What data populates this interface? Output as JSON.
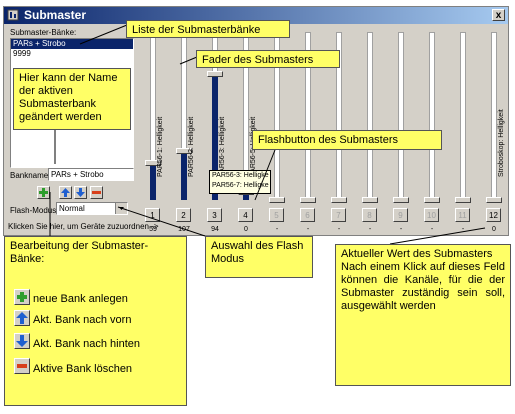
{
  "window": {
    "title": "Submaster",
    "close_label": "x",
    "list_label": "Submaster-Bänke:",
    "banks": [
      "PARs + Strobo",
      "9999"
    ],
    "bankname_label": "Bankname:",
    "bankname_value": "PARs + Strobo",
    "flashmode_label": "Flash-Modus:",
    "flashmode_value": "Normal",
    "clicks_label": "Klicken Sie hier, um Geräte zuzuordnen ->"
  },
  "faders": [
    {
      "label": "PAR56-1: Helligkeit",
      "level": 0.22,
      "button": "1",
      "value": "59",
      "enabled": true
    },
    {
      "label": "PAR56-2: Helligkeit",
      "level": 0.29,
      "button": "2",
      "value": "107",
      "enabled": true
    },
    {
      "label": "PAR56-3: Helligkeit",
      "level": 0.75,
      "button": "3",
      "value": "94",
      "enabled": true
    },
    {
      "label": "PAR56-5: Helligkeit",
      "level": 0.05,
      "button": "4",
      "value": "0",
      "enabled": true
    },
    {
      "label": "",
      "level": 0,
      "button": "5",
      "value": "-",
      "enabled": false
    },
    {
      "label": "",
      "level": 0,
      "button": "6",
      "value": "-",
      "enabled": false
    },
    {
      "label": "",
      "level": 0,
      "button": "7",
      "value": "-",
      "enabled": false
    },
    {
      "label": "",
      "level": 0,
      "button": "8",
      "value": "-",
      "enabled": false
    },
    {
      "label": "",
      "level": 0,
      "button": "9",
      "value": "-",
      "enabled": false
    },
    {
      "label": "",
      "level": 0,
      "button": "10",
      "value": "-",
      "enabled": false
    },
    {
      "label": "",
      "level": 0,
      "button": "11",
      "value": "-",
      "enabled": false
    },
    {
      "label": "Stroboskop: Helligkeit",
      "level": 0,
      "button": "12",
      "value": "0",
      "enabled": true
    }
  ],
  "tooltip": [
    "PAR56-3: Helligke",
    "PAR56-7: Helligke"
  ],
  "callouts": {
    "list": "Liste der Submasterbänke",
    "fader": "Fader des Submasters",
    "rename": "Hier kann der Name der aktiven Submasterbank geändert werden",
    "flashbutton": "Flashbutton des Submasters",
    "edit_title": "Bearbeitung der Submaster-Bänke:",
    "edit_new": "neue Bank anlegen",
    "edit_forward": "Akt. Bank nach vorn",
    "edit_back": "Akt. Bank nach hinten",
    "edit_delete": "Aktive Bank löschen",
    "flashmode": "Auswahl des Flash Modus",
    "value": "Aktueller Wert des Submasters",
    "value_detail": "Nach einem Klick auf dieses Feld können die Kanäle, für die der Submaster zuständig sein soll, ausgewählt werden"
  },
  "colors": {
    "callout_bg": "#ffff66",
    "fader_fill": "#0a246a",
    "add": "#2e9e2e",
    "move": "#1f5fd0",
    "delete": "#d8401c"
  }
}
